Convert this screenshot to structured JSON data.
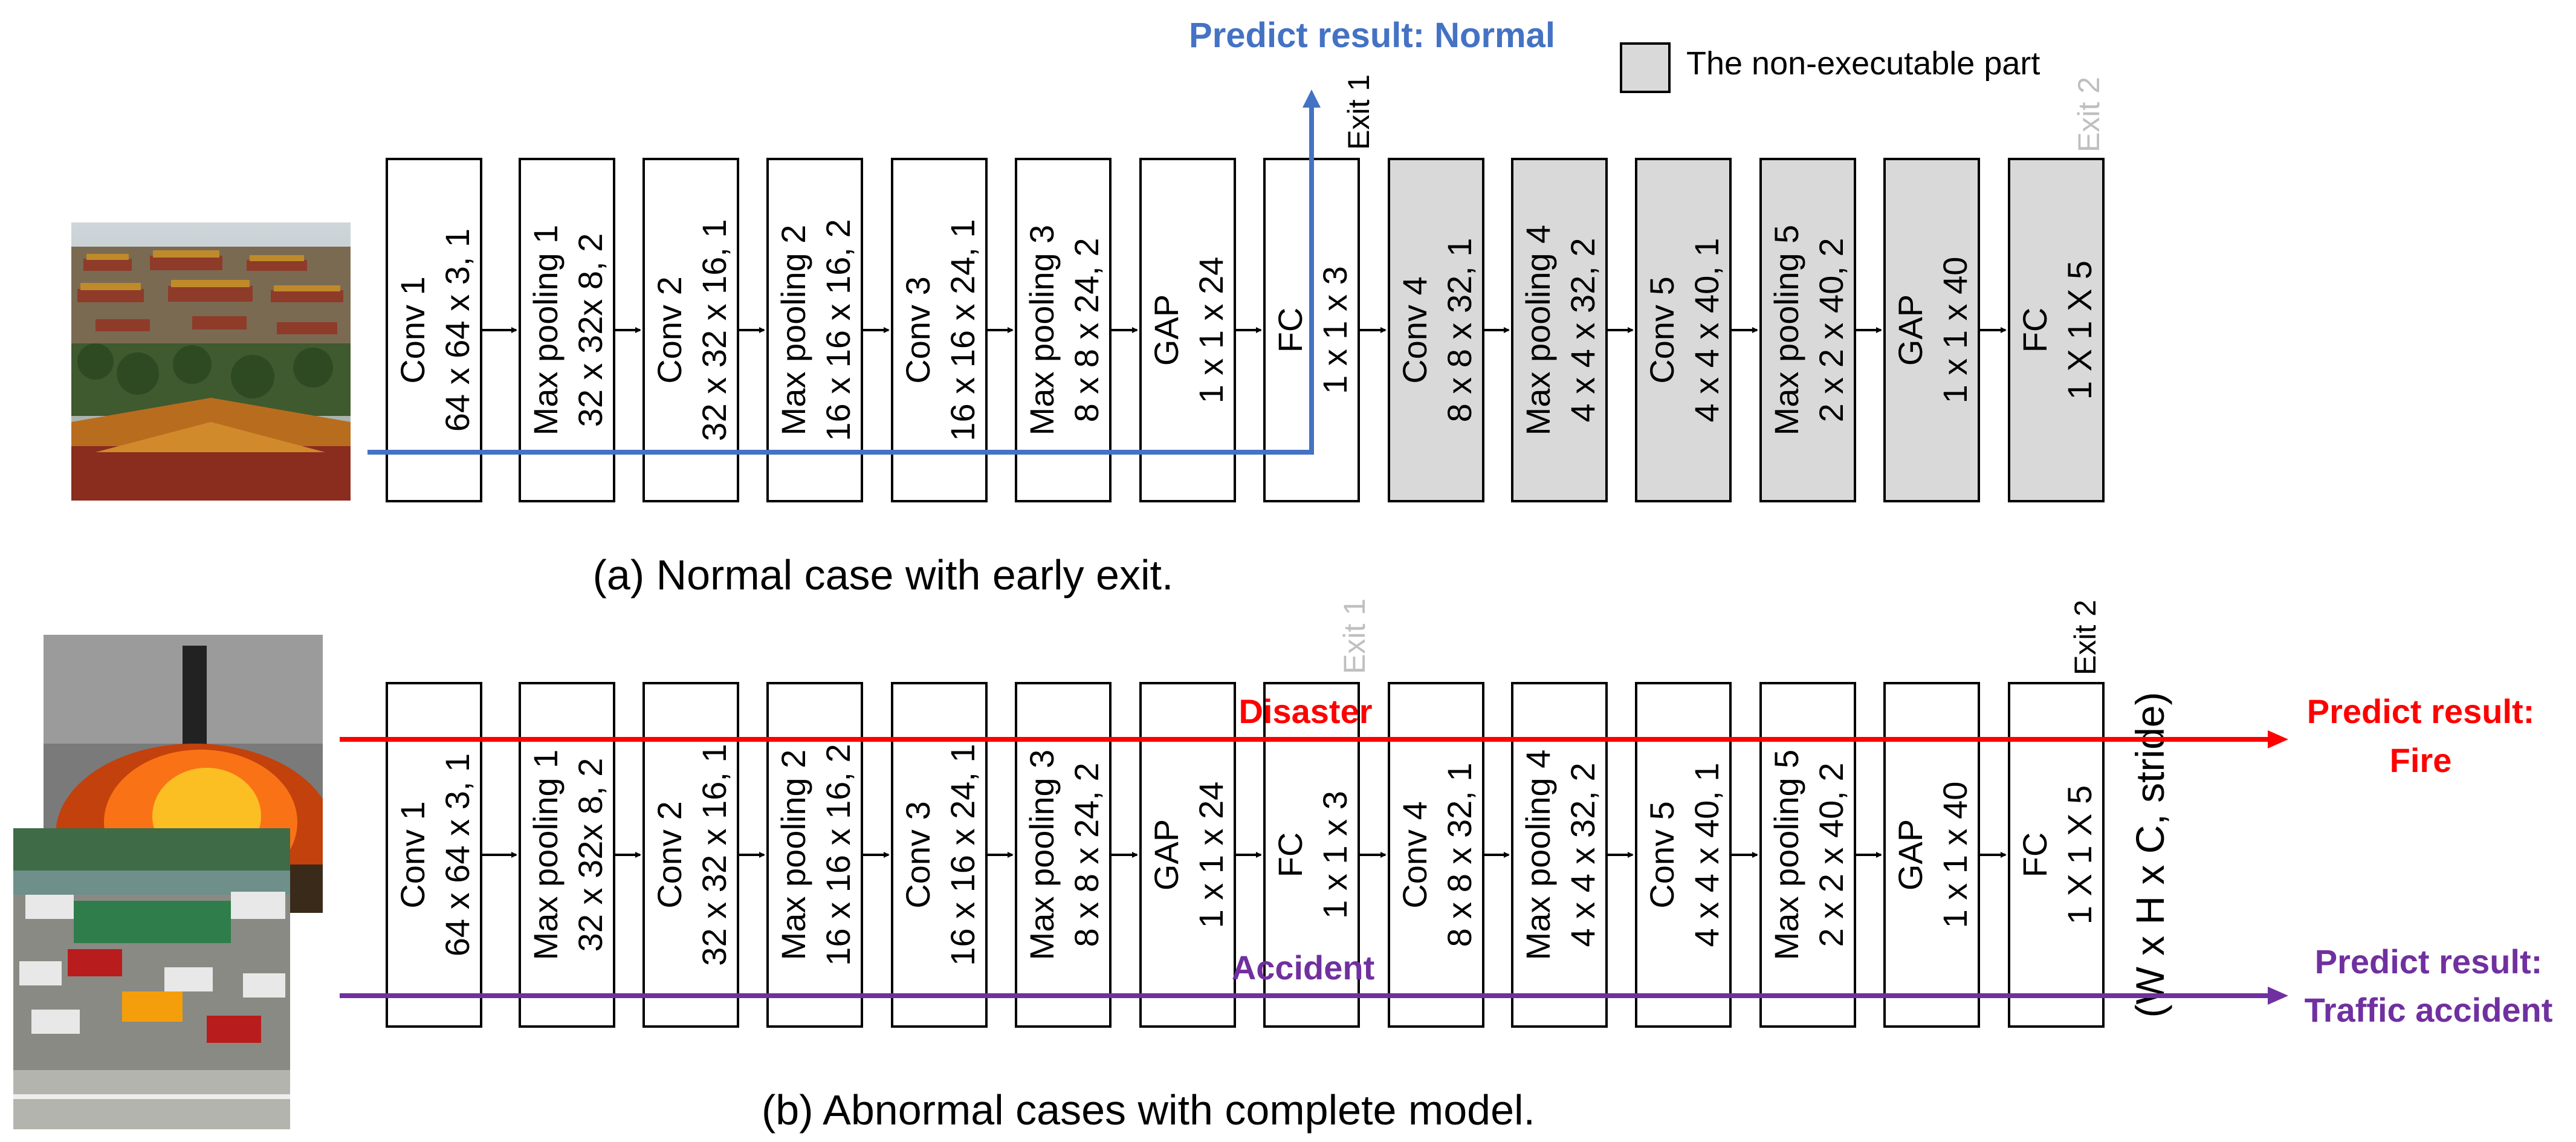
{
  "legend": {
    "label": "The non-executable part"
  },
  "panel_a": {
    "caption": "(a) Normal case with early exit.",
    "predict_result": "Predict result: Normal",
    "exit1_label": "Exit 1",
    "exit2_label": "Exit 2",
    "layers": [
      {
        "name": "Conv 1",
        "dims": "64 x 64 x 3, 1",
        "executable": true
      },
      {
        "name": "Max pooling 1",
        "dims": "32 x 32x 8, 2",
        "executable": true
      },
      {
        "name": "Conv 2",
        "dims": "32 x 32 x 16, 1",
        "executable": true
      },
      {
        "name": "Max pooling 2",
        "dims": "16 x 16 x 16, 2",
        "executable": true
      },
      {
        "name": "Conv 3",
        "dims": "16 x 16 x 24, 1",
        "executable": true
      },
      {
        "name": "Max pooling 3",
        "dims": "8 x 8 x 24, 2",
        "executable": true
      },
      {
        "name": "GAP",
        "dims": "1 x 1 x 24",
        "executable": true
      },
      {
        "name": "FC",
        "dims": "1 x 1 x 3",
        "executable": true
      },
      {
        "name": "Conv 4",
        "dims": "8 x 8 x 32, 1",
        "executable": false
      },
      {
        "name": "Max pooling 4",
        "dims": "4 x 4 x 32, 2",
        "executable": false
      },
      {
        "name": "Conv 5",
        "dims": "4 x 4 x 40, 1",
        "executable": false
      },
      {
        "name": "Max pooling 5",
        "dims": "2 x 2 x 40, 2",
        "executable": false
      },
      {
        "name": "GAP",
        "dims": "1 x 1 x 40",
        "executable": false
      },
      {
        "name": "FC",
        "dims": "1 X 1 X 5",
        "executable": false
      }
    ]
  },
  "panel_b": {
    "caption": "(b) Abnormal cases with complete model.",
    "exit1_label": "Exit 1",
    "exit2_label": "Exit 2",
    "format_label": "(W x H x C, stride)",
    "disaster_label": "Disaster",
    "accident_label": "Accident",
    "fire_result_line1": "Predict result:",
    "fire_result_line2": "Fire",
    "traffic_result_line1": "Predict result:",
    "traffic_result_line2": "Traffic accident",
    "layers": [
      {
        "name": "Conv 1",
        "dims": "64 x 64 x 3, 1"
      },
      {
        "name": "Max pooling 1",
        "dims": "32 x 32x 8, 2"
      },
      {
        "name": "Conv 2",
        "dims": "32 x 32 x 16, 1"
      },
      {
        "name": "Max pooling 2",
        "dims": "16 x 16 x 16, 2"
      },
      {
        "name": "Conv 3",
        "dims": "16 x 16 x 24, 1"
      },
      {
        "name": "Max pooling 3",
        "dims": "8 x 8 x 24, 2"
      },
      {
        "name": "GAP",
        "dims": "1 x 1 x 24"
      },
      {
        "name": "FC",
        "dims": "1 x 1 x 3"
      },
      {
        "name": "Conv 4",
        "dims": "8 x 8 x 32, 1"
      },
      {
        "name": "Max pooling 4",
        "dims": "4 x 4 x 32, 2"
      },
      {
        "name": "Conv 5",
        "dims": "4 x 4 x 40, 1"
      },
      {
        "name": "Max pooling 5",
        "dims": "2 x 2 x 40, 2"
      },
      {
        "name": "GAP",
        "dims": "1 x 1 x 40"
      },
      {
        "name": "FC",
        "dims": "1 X 1 X 5"
      }
    ]
  },
  "colors": {
    "normal_blue": "#4472c4",
    "disaster_red": "#ff0000",
    "accident_purple": "#7030a0",
    "non_executable_fill": "#d9d9d9",
    "inactive_label": "#bfbfbf"
  },
  "images": {
    "palace": "palace-photo",
    "fire": "fire-photo",
    "traffic": "traffic-accident-photo"
  }
}
